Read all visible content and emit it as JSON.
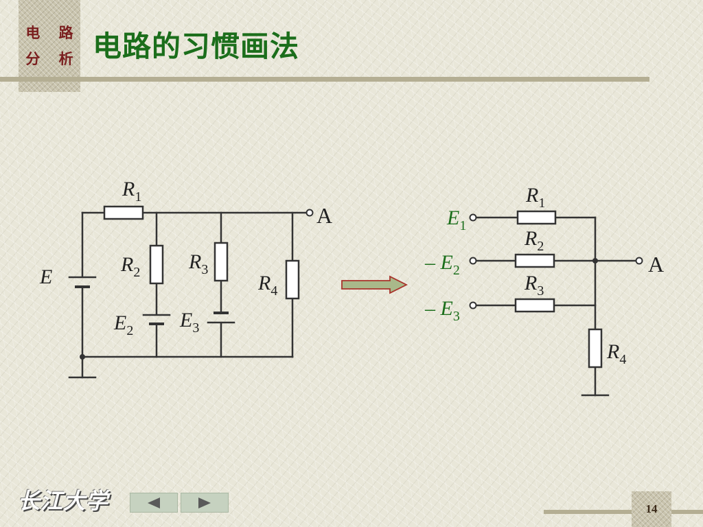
{
  "header": {
    "logo_line1": "电 路",
    "logo_line2": "分 析",
    "title": "电路的习惯画法"
  },
  "left_circuit": {
    "E": "E",
    "R1": "R",
    "R1_sub": "1",
    "R2": "R",
    "R2_sub": "2",
    "R3": "R",
    "R3_sub": "3",
    "R4": "R",
    "R4_sub": "4",
    "E2": "E",
    "E2_sub": "2",
    "E3": "E",
    "E3_sub": "3",
    "node_A": "A"
  },
  "right_circuit": {
    "E1": "E",
    "E1_sub": "1",
    "E2": "– E",
    "E2_sub": "2",
    "E3": "– E",
    "E3_sub": "3",
    "R1": "R",
    "R1_sub": "1",
    "R2": "R",
    "R2_sub": "2",
    "R3": "R",
    "R3_sub": "3",
    "R4": "R",
    "R4_sub": "4",
    "node_A": "A"
  },
  "footer": {
    "university": "长江大学",
    "page_number": "14"
  },
  "colors": {
    "title": "#1b6e1b",
    "source_label": "#1b6e1b",
    "arrow_fill": "#a9b98a",
    "arrow_stroke": "#a8332b",
    "wire": "#333333"
  }
}
